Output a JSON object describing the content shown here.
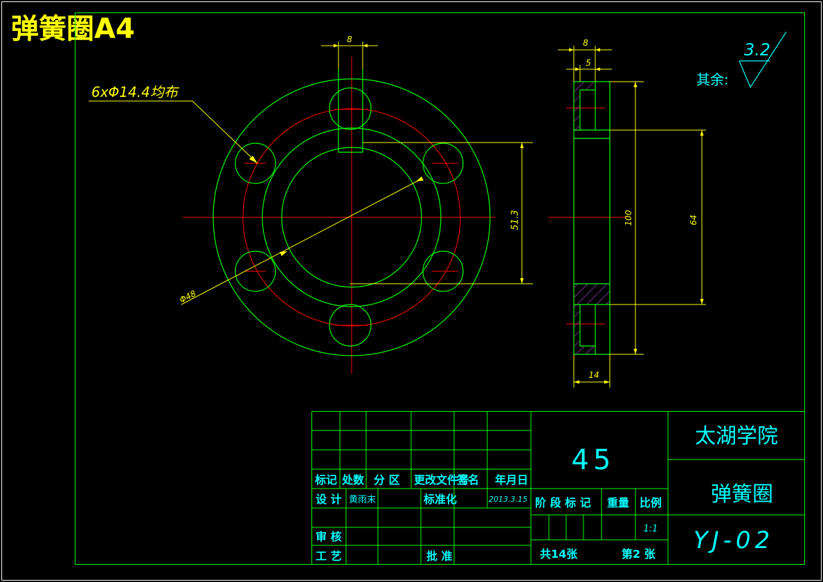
{
  "sheet": {
    "title": "弹簧圈A4",
    "colors": {
      "background": "#000000",
      "outline": "#00ff00",
      "center": "#ff0000",
      "dimension": "#ffff00",
      "hatch": "#cc44ff",
      "text": "#00ffff",
      "title_text": "#ffff00"
    }
  },
  "front_view": {
    "hole_note": "6xΦ14.4均布",
    "top_width": "8",
    "keyway_height": "51.3",
    "bore_diameter": "Φ48"
  },
  "section_view": {
    "outer_width": "8",
    "inner_width": "5",
    "overall_height": "100",
    "inner_height": "64",
    "thickness": "14"
  },
  "roughness": {
    "label": "其余:",
    "value": "3.2"
  },
  "title_block": {
    "material": "45",
    "school": "太湖学院",
    "part_name": "弹簧圈",
    "drawing_no": "YJ-02",
    "headers": {
      "mark": "标记",
      "count": "处数",
      "zone": "分 区",
      "change_doc": "更改文件号",
      "signature": "签名",
      "date": "年月日"
    },
    "design_label": "设 计",
    "designer": "黄雨末",
    "standard_label": "标准化",
    "design_date": "2013.3.15",
    "stage_label": "阶 段 标 记",
    "weight_label": "重量",
    "scale_label": "比例",
    "scale": "1:1",
    "review_label": "审 核",
    "process_label": "工 艺",
    "approve_label": "批 准",
    "total_sheets": "共14张",
    "sheet_no": "第2 张"
  }
}
